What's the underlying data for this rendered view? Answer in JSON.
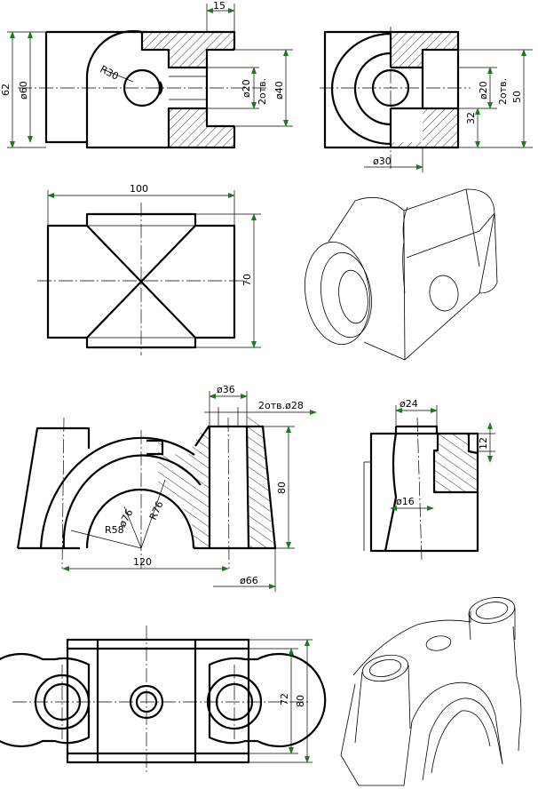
{
  "colors": {
    "line": "#000000",
    "arrow": "#1a7a1a",
    "hatch": "#000000",
    "background": "#ffffff"
  },
  "part1": {
    "front": {
      "d15": "15",
      "r30": "R30",
      "d62": "62",
      "d60": "ø60",
      "d20": "ø20",
      "d20_note": "2отв.",
      "d40": "ø40"
    },
    "side": {
      "d20": "ø20",
      "d20_note": "2отв.",
      "d32": "32",
      "d50": "50",
      "d30": "ø30"
    },
    "top": {
      "d100": "100",
      "d70": "70"
    }
  },
  "part2": {
    "front": {
      "d36": "ø36",
      "d28": "2отв.ø28",
      "d80": "80",
      "r76": "R76",
      "d76": "ø76",
      "r58": "R58",
      "d120": "120",
      "d66": "ø66"
    },
    "side": {
      "d24": "ø24",
      "d12": "12",
      "d16": "ø16"
    },
    "top": {
      "d72": "72",
      "d80": "80"
    }
  }
}
